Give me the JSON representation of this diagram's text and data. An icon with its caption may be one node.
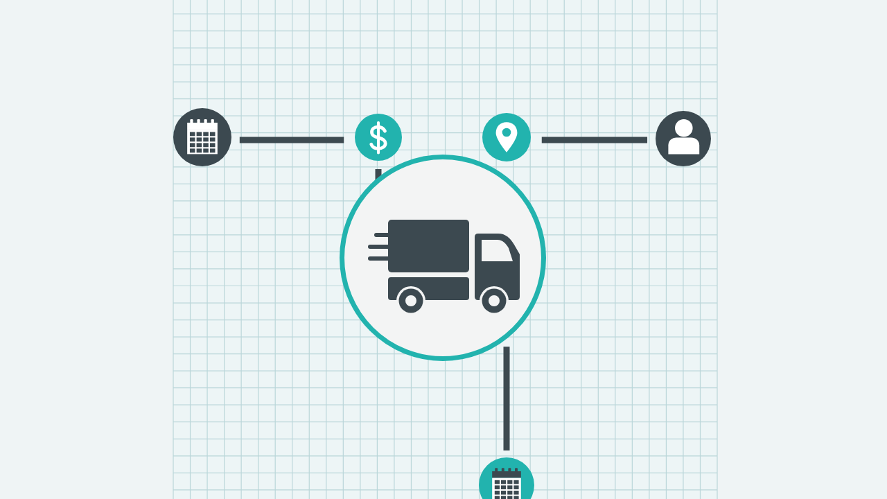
{
  "diagram": {
    "nodes": [
      {
        "text": [],
        "shape": "circle"
      },
      {
        "text": [],
        "shape": "circle"
      },
      {
        "text": [],
        "shape": "circle"
      },
      {
        "text": [],
        "shape": "circle"
      },
      {
        "text": [],
        "shape": "circle"
      },
      {
        "text": [],
        "shape": "circle"
      }
    ],
    "edges": [
      {
        "from": 0,
        "to": 1,
        "arrow": "none"
      },
      {
        "from": 2,
        "to": 3,
        "arrow": "none"
      },
      {
        "from": 1,
        "to": 4,
        "arrow": "none"
      },
      {
        "from": 4,
        "to": 5,
        "arrow": "none"
      }
    ]
  }
}
